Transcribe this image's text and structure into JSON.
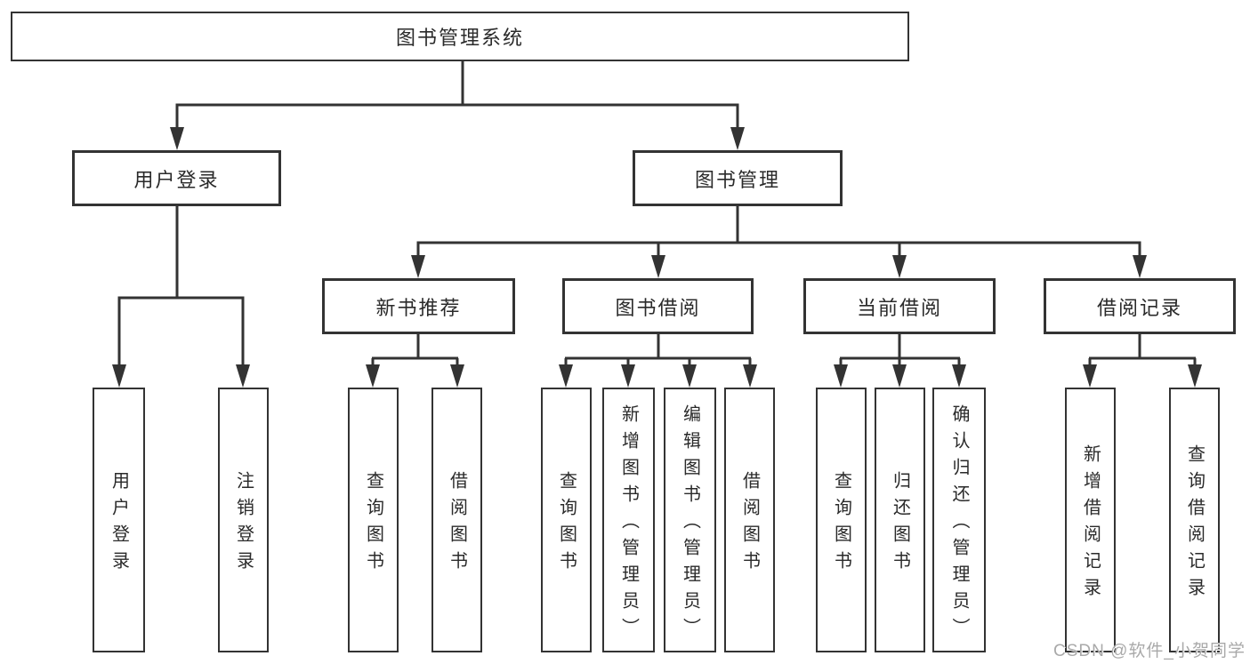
{
  "tree": {
    "root": "图书管理系统",
    "branches": [
      {
        "label": "用户登录",
        "children": [
          "用户登录",
          "注销登录"
        ]
      },
      {
        "label": "图书管理",
        "modules": [
          {
            "label": "新书推荐",
            "children": [
              "查询图书",
              "借阅图书"
            ]
          },
          {
            "label": "图书借阅",
            "children": [
              "查询图书",
              "新增图书（管理员）",
              "编辑图书（管理员）",
              "借阅图书"
            ]
          },
          {
            "label": "当前借阅",
            "children": [
              "查询图书",
              "归还图书",
              "确认归还（管理员）"
            ]
          },
          {
            "label": "借阅记录",
            "children": [
              "新增借阅记录",
              "查询借阅记录"
            ]
          }
        ]
      }
    ]
  },
  "watermark": {
    "text": "CSDN @软件_小贺同学"
  },
  "colors": {
    "line": "#333333",
    "text": "#2a2a2a",
    "watermark": "#a9a9a9",
    "background": "#ffffff"
  }
}
